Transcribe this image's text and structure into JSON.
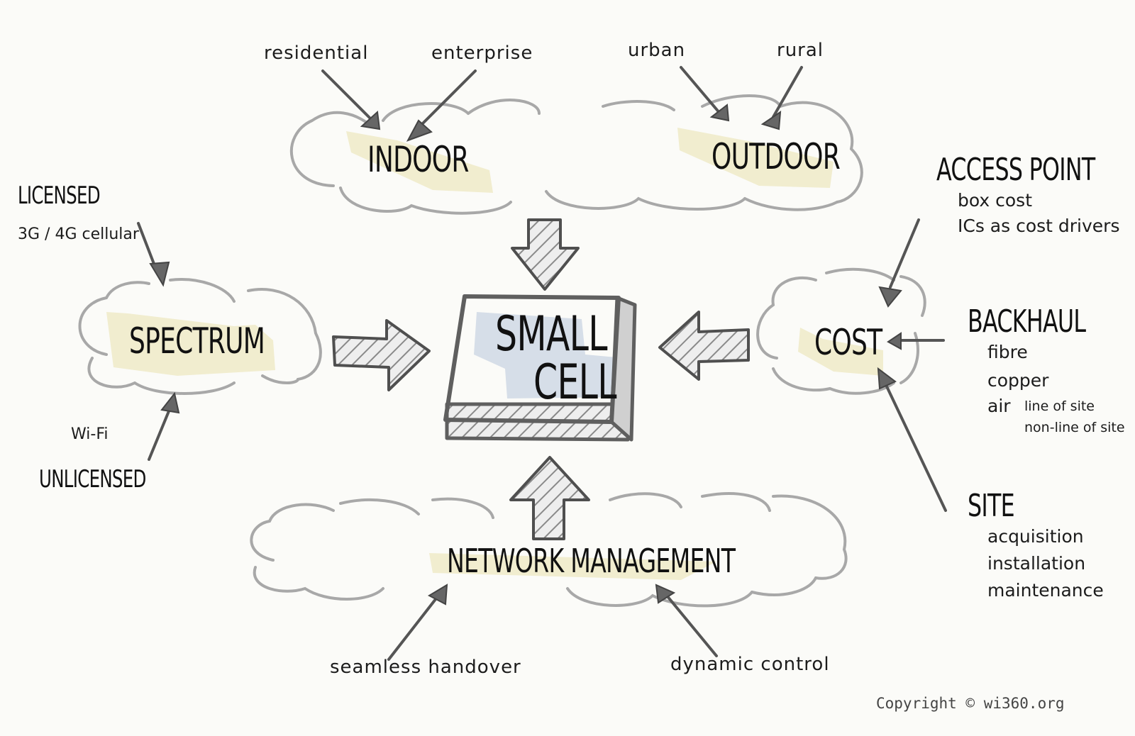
{
  "top": {
    "indoor": {
      "title": "INDOOR",
      "inputs": [
        "residential",
        "enterprise"
      ]
    },
    "outdoor": {
      "title": "OUTDOOR",
      "inputs": [
        "urban",
        "rural"
      ]
    }
  },
  "center": {
    "line1": "SMALL",
    "line2": "CELL"
  },
  "spectrum": {
    "title": "SPECTRUM",
    "licensed": "LICENSED",
    "licensed_detail": "3G / 4G cellular",
    "unlicensed": "UNLICENSED",
    "unlicensed_detail": "Wi-Fi"
  },
  "cost": {
    "title": "COST",
    "access_point": {
      "title": "ACCESS POINT",
      "items": [
        "box cost",
        "ICs as cost drivers"
      ]
    },
    "backhaul": {
      "title": "BACKHAUL",
      "items": [
        "fibre",
        "copper",
        "air"
      ],
      "air_details": [
        "line of site",
        "non-line of site"
      ]
    },
    "site": {
      "title": "SITE",
      "items": [
        "acquisition",
        "installation",
        "maintenance"
      ]
    }
  },
  "network": {
    "title": "NETWORK MANAGEMENT",
    "inputs": [
      "seamless handover",
      "dynamic control"
    ]
  },
  "copyright": "Copyright © wi360.org"
}
